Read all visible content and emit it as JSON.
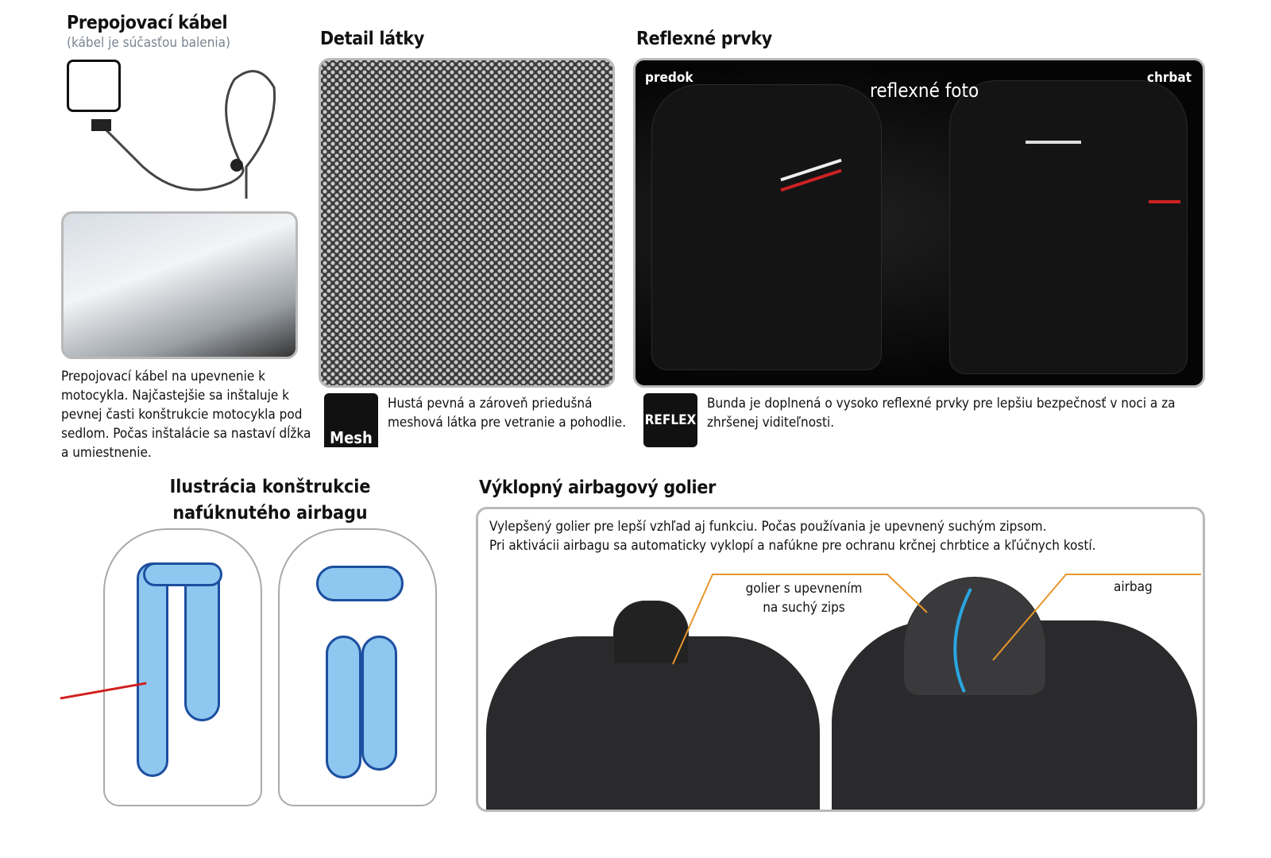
{
  "cable": {
    "title": "Prepojovací kábel",
    "subtitle": "(kábel je súčasťou balenia)",
    "description": "Prepojovací kábel na upevnenie k motocykla. Najčastejšie sa inštaluje k pevnej časti konštrukcie motocykla pod sedlom. Počas inštalácie sa nastaví dĺžka a umiestnenie."
  },
  "fabric": {
    "title": "Detail látky",
    "badge": "Mesh",
    "description": "Hustá pevná a zároveň priedušná meshová látka pre vetranie a pohodlie."
  },
  "reflex": {
    "title": "Reflexné prvky",
    "front_label": "predok",
    "photo_label": "reflexné foto",
    "back_label": "chrbat",
    "badge": "REFLEX",
    "description": "Bunda je doplnená o vysoko reflexné prvky pre lepšiu bezpečnosť v noci a za zhršenej viditeľnosti."
  },
  "airbag_illustration": {
    "title_line1": "Ilustrácia konštrukcie",
    "title_line2": "nafúknutého airbagu"
  },
  "collar": {
    "title": "Výklopný airbagový golier",
    "line1": "Vylepšený golier pre lepší vzhľad aj funkciu. Počas používania je upevnený suchým zipsom.",
    "line2": "Pri aktivácii airbagu sa automaticky vyklopí a nafúkne pre ochranu krčnej chrbtice a kľúčnych kostí.",
    "callout1_line1": "golier s upevnením",
    "callout1_line2": "na suchý zips",
    "callout2": "airbag"
  },
  "colors": {
    "accent_orange": "#e8962a",
    "airbag_blue": "#8ec7ef",
    "arrow_red": "#d21f1f"
  }
}
